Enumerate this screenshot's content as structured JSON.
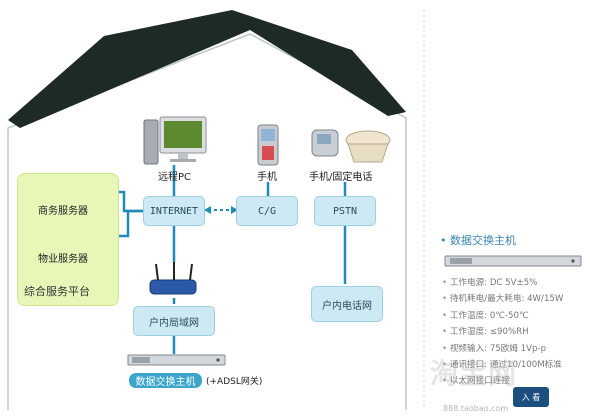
{
  "nodes": {
    "internet": "INTERNET",
    "cg": "C/G",
    "pstn": "PSTN",
    "lan": "户内局域网",
    "phone_net": "户内电话网"
  },
  "labels": {
    "remote_pc": "远程PC",
    "mobile": "手机",
    "mobile_landline": "手机/固定电话",
    "business_server": "商务服务器",
    "property_server": "物业服务器",
    "platform": "综合服务平台",
    "main_unit": "数据交换主机",
    "main_unit_suffix": "(+ADSL网关)"
  },
  "specs": {
    "title": "• 数据交换主机",
    "items": [
      "工作电源: DC 5V±5%",
      "待机耗电/最大耗电: 4W/15W",
      "工作温度: 0℃-50℃",
      "工作湿度: ≤90%RH",
      "视频输入: 75欧姆 1Vp-p",
      "通讯接口: 通过10/100M标准",
      "以太网接口连接"
    ]
  },
  "watermark": {
    "brand": "淘宝网",
    "url": "888.taobao.com"
  },
  "corner_button": "入 看",
  "colors": {
    "node_fill": "#cdeaf4",
    "link": "#1f8bb8",
    "platform_fill": "#e6f7b8",
    "roof": "#1e2a28",
    "pill": "#3ca5cc"
  }
}
